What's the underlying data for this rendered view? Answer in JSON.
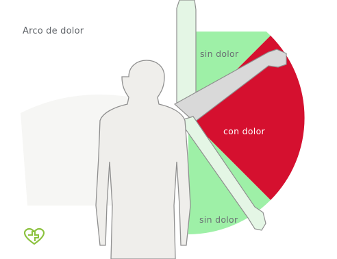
{
  "title": "Arco de dolor",
  "zones": {
    "upper": {
      "label": "sin dolor",
      "color": "#9ef0a7"
    },
    "middle": {
      "label": "con dolor",
      "color": "#d5102f"
    },
    "lower": {
      "label": "sin dolor",
      "color": "#9ef0a7"
    }
  },
  "colors": {
    "body": "#efeeeb",
    "body_outline": "#8f8f8f",
    "arm_light": "#e4f6e5",
    "arm_pain": "#d9d9d9",
    "text": "#5f6368",
    "logo": "#8cc23f"
  },
  "icons": [
    "heart-cross-logo-icon"
  ]
}
